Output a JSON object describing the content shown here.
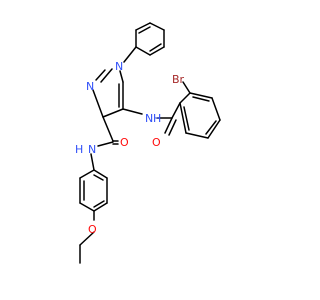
{
  "labels": {
    "N1": "N",
    "N2": "N",
    "NH_amide": "N",
    "H_amide": "H",
    "NH_amine": "N",
    "H_amine": "H",
    "O_carbonyl_left": "O",
    "O_carbonyl_right": "O",
    "O_ether": "O",
    "Br": "Br"
  },
  "colors": {
    "bond": "#000000",
    "nitrogen": "#3050F8",
    "oxygen": "#FF0D0D",
    "bromine": "#A62929"
  }
}
